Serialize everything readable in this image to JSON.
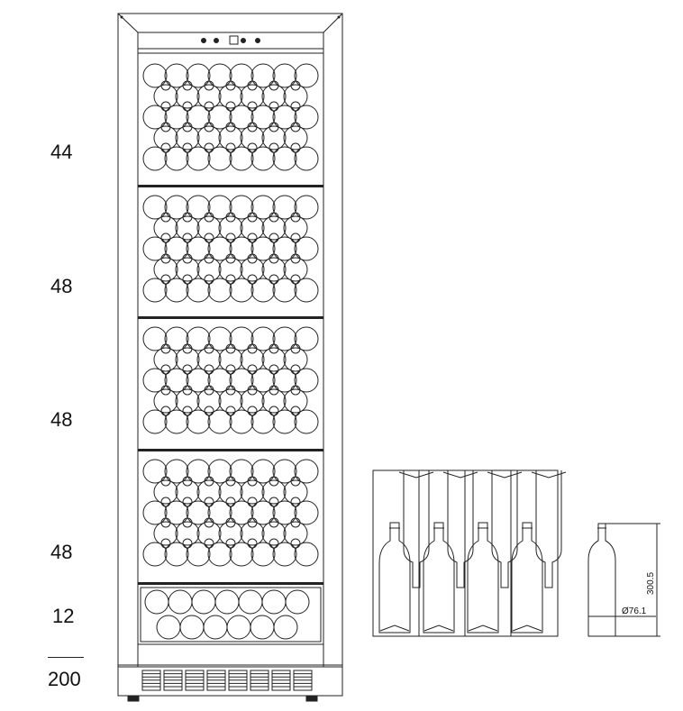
{
  "capacities": {
    "shelf_1": "44",
    "shelf_2": "48",
    "shelf_3": "48",
    "shelf_4": "48",
    "bottom_shelf": "12",
    "total": "200"
  },
  "bottle_dimensions": {
    "height": "300.5",
    "diameter": "Ø76.1"
  }
}
